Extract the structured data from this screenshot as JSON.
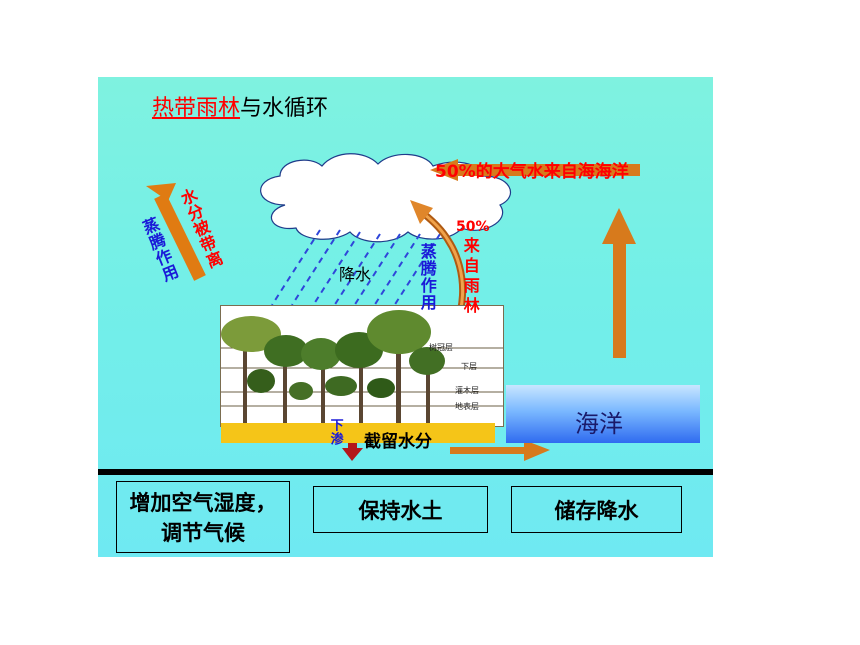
{
  "title": {
    "part1": "热带雨林",
    "part2": "与水循环"
  },
  "labels": {
    "ocean_evap": "50%的大气水来自海海洋",
    "water_carried": "水分被带离",
    "transpiration_left": "蒸腾作用",
    "precipitation": "降水",
    "transpiration_right": "蒸腾作用",
    "rainforest_pct_1": "50%",
    "rainforest_pct_2": "来自雨林",
    "infiltration": "下渗",
    "interception": "截留水分",
    "ocean": "海洋"
  },
  "forest_layers": [
    "树冠层",
    "下层",
    "灌木层",
    "地表层"
  ],
  "functions": [
    {
      "line1": "增加空气湿度，",
      "line2": "调节气候"
    },
    {
      "line1": "保持水土"
    },
    {
      "line1": "储存降水"
    }
  ],
  "colors": {
    "panel": "#76efe6",
    "arrow_orange": "#d77a1c",
    "rain_blue": "#2f46d9",
    "text_red": "#ff0000",
    "text_blue": "#1a1ad8",
    "down_arrow": "#b3171b"
  }
}
